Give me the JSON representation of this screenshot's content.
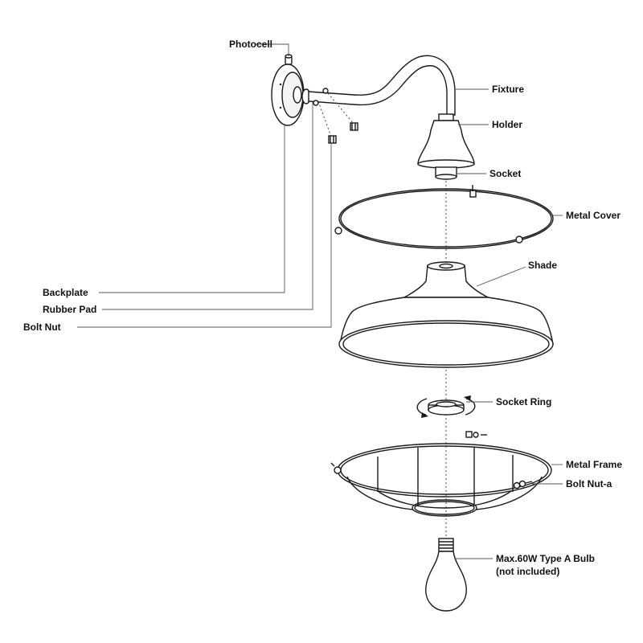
{
  "labels": {
    "photocell": "Photocell",
    "fixture": "Fixture",
    "holder": "Holder",
    "socket": "Socket",
    "metal_cover": "Metal Cover",
    "shade": "Shade",
    "backplate": "Backplate",
    "rubber_pad": "Rubber Pad",
    "bolt_nut": "Bolt Nut",
    "socket_ring": "Socket Ring",
    "metal_frame": "Metal Frame",
    "bolt_nut_a": "Bolt Nut-a",
    "bulb_line1": "Max.60W Type A Bulb",
    "bulb_line2": "(not included)"
  }
}
